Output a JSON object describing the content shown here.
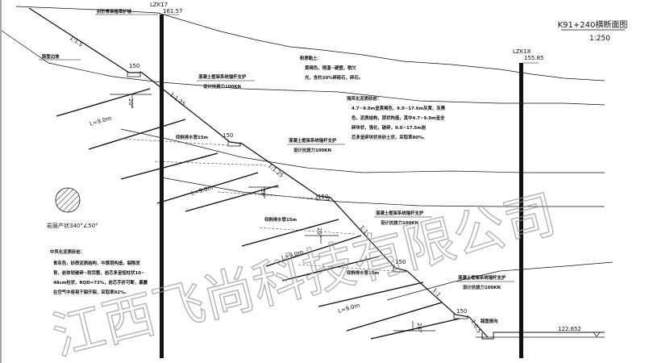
{
  "title": "K91+240横断面图",
  "scale": "1:250",
  "boreholes": [
    {
      "id": "LZK17",
      "elevation": "161.57"
    },
    {
      "id": "LZK18",
      "elevation": "155.85"
    }
  ],
  "labels": {
    "top_protection": "拱形骨架植草护坡",
    "slope_line": "路堑边坡",
    "elevation_bottom": "122.652",
    "ditch": "路堑侧沟",
    "hatch_legend": "岩层产状340°∠50°"
  },
  "ratios": [
    "1:1.5",
    "1:1.25",
    "1:1.25",
    "1:1",
    "1:1",
    "1:0.5"
  ],
  "berms": [
    "150",
    "150",
    "150",
    "150",
    "150"
  ],
  "anchors": [
    {
      "name": "混凝土框架系统锚杆支护",
      "force": "设计抗拔力100KN"
    },
    {
      "name": "混凝土框架系统锚杆支护",
      "force": "设计抗拔力100KN"
    },
    {
      "name": "混凝土框架系统锚杆支护",
      "force": "设计抗拔力100KN"
    },
    {
      "name": "混凝土框架系统锚杆支护",
      "force": "设计抗拔力100KN"
    }
  ],
  "drains": [
    "仰斜排水管15m",
    "仰斜排水管15m",
    "仰斜排水管15m"
  ],
  "lengths": [
    "L=9.0m",
    "L=9.0m",
    "L=9.0m",
    "L=9.0m"
  ],
  "angles": [
    "20°",
    "20°",
    "20°",
    "20°"
  ],
  "geology_notes": [
    {
      "lines": [
        "粉质黏土：",
        "黄褐色，稍湿~硬塑，稍欠",
        "光，含约20%碎砾石，碎石。"
      ]
    },
    {
      "lines": [
        "强风化泥质砂岩：",
        "4.7~9.0m呈黄褐色，9.0~17.6m灰黄、灰黑",
        "色，泥质结构，层状构造，其中4.7~9.0m呈全",
        "碎块状，强化，破碎，9.0~17.5m岩",
        "芯多呈碎块状夹砂土状，采取率80%。"
      ]
    },
    {
      "lines": [
        "中风化泥质砂岩：",
        "青灰色，砂质泥质结构，中厚层构造，裂隙发",
        "育，岩体较破碎~较完整，岩芯多呈短柱状10~",
        "48cm柱状，RQD=73%，岩芯手折可断，暴露",
        "在空气中容易干裂开裂，采取率92%。"
      ]
    }
  ],
  "watermark": "江西飞尚科技有限公司"
}
